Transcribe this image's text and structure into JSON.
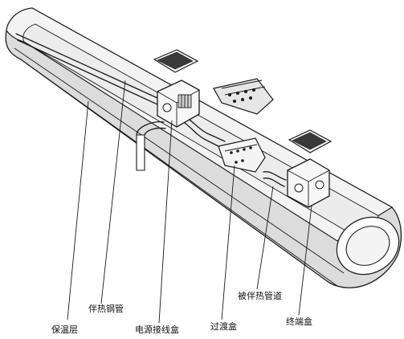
{
  "diagram": {
    "labels": {
      "insulation_layer": "保温层",
      "heat_tracing_pipe": "伴热钢管",
      "power_junction_box": "电源接线盒",
      "transition_box": "过渡盒",
      "traced_pipeline": "被伴热管道",
      "end_box": "终端盒"
    },
    "colors": {
      "line": "#1a1a1a",
      "pipe_outer": "#dcdcdc",
      "pipe_top": "#f3f3f3",
      "pipe_inner": "#ededed",
      "box_face": "#f7f7f7",
      "lid_dark": "#2b2b2b"
    }
  }
}
